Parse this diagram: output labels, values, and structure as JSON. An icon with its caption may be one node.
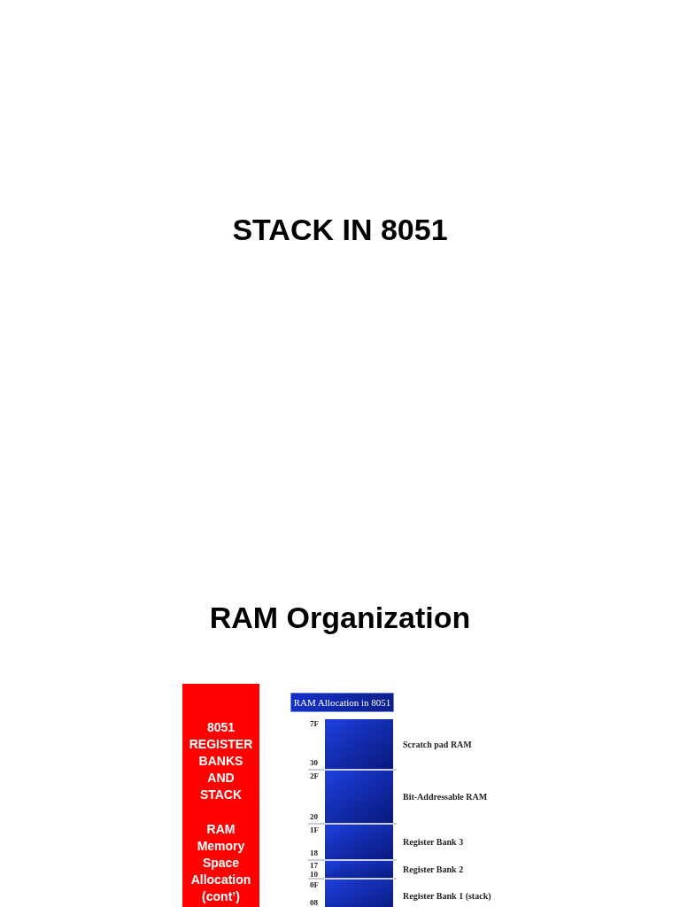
{
  "diagram": {
    "title": "STACK IN 8051",
    "nodes": [
      {
        "text": [
          "8051 REGISTER BANKS AND STACK",
          "RAM Memory Space Allocation (cont’)"
        ]
      },
      {
        "text": [
          "RAM Allocation in 8051"
        ]
      },
      {
        "text": [],
        "shape": "box",
        "beside": [
          "Scratch pad RAM"
        ]
      },
      {
        "text": [],
        "shape": "box",
        "beside": [
          "Bit-Addressable RAM"
        ]
      },
      {
        "text": [],
        "shape": "box",
        "beside": [
          "Register Bank 3"
        ]
      },
      {
        "text": [],
        "shape": "box",
        "beside": [
          "Register Bank 2"
        ]
      },
      {
        "text": [],
        "shape": "box",
        "beside": [
          "Register Bank 1 (stack)"
        ]
      }
    ],
    "edges": [],
    "labels": [
      "RAM Organization",
      "7F",
      "30",
      "2F",
      "20",
      "1F",
      "18",
      "17",
      "10",
      "0F",
      "08"
    ]
  }
}
